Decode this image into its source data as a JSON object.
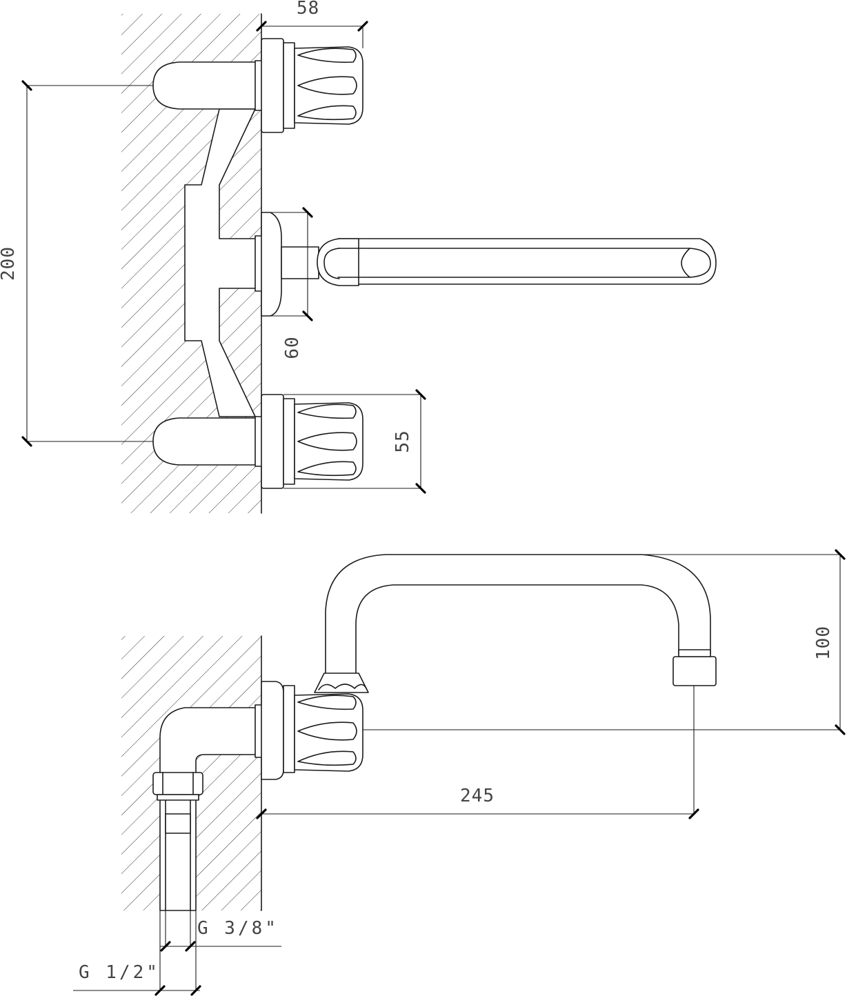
{
  "dimensions": {
    "top_width": "58",
    "total_height": "200",
    "spout_offset": "60",
    "handle_height": "55",
    "spout_height": "100",
    "spout_reach": "245",
    "inlet_small": "G 3/8\"",
    "inlet_large": "G 1/2\""
  },
  "colors": {
    "line": "#1a1a1a",
    "hatch": "#333333",
    "text": "#444444",
    "background": "#ffffff"
  }
}
